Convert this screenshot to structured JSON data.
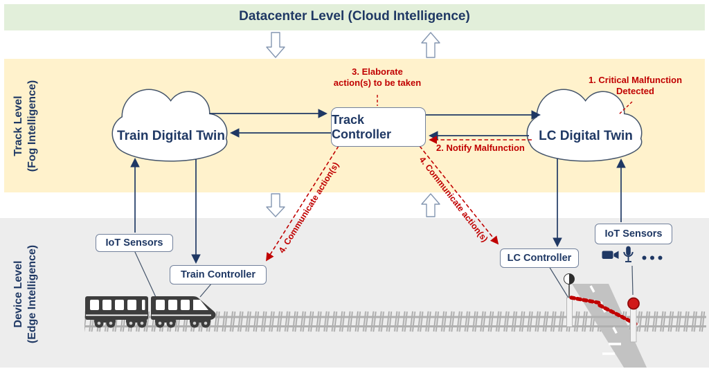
{
  "title": "Datacenter Level (Cloud Intelligence)",
  "levels": {
    "track": {
      "line1": "Track Level",
      "line2": "(Fog Intelligence)"
    },
    "device": {
      "line1": "Device Level",
      "line2": "(Edge Intelligence)"
    }
  },
  "nodes": {
    "train_digital_twin": "Train Digital Twin",
    "lc_digital_twin": "LC Digital Twin",
    "track_controller": "Track Controller",
    "iot_sensors_left": "IoT Sensors",
    "train_controller": "Train Controller",
    "lc_controller": "LC Controller",
    "iot_sensors_right": "IoT Sensors"
  },
  "steps": {
    "s1_line1": "1. Critical Malfunction",
    "s1_line2": "Detected",
    "s2": "2. Notify Malfunction",
    "s3_line1": "3. Elaborate",
    "s3_line2": "action(s) to be taken",
    "s4_left": "4. Communicate action(s)",
    "s4_right": "4. Communicate action(s)"
  },
  "icons": {
    "camera": "video-camera-icon",
    "microphone": "microphone-icon",
    "more_sensors": "ellipsis-icon"
  },
  "colors": {
    "navy": "#1f3864",
    "red": "#c00000",
    "band_green": "#e2efda",
    "band_yellow": "#fff2cc",
    "band_gray": "#ededed"
  }
}
